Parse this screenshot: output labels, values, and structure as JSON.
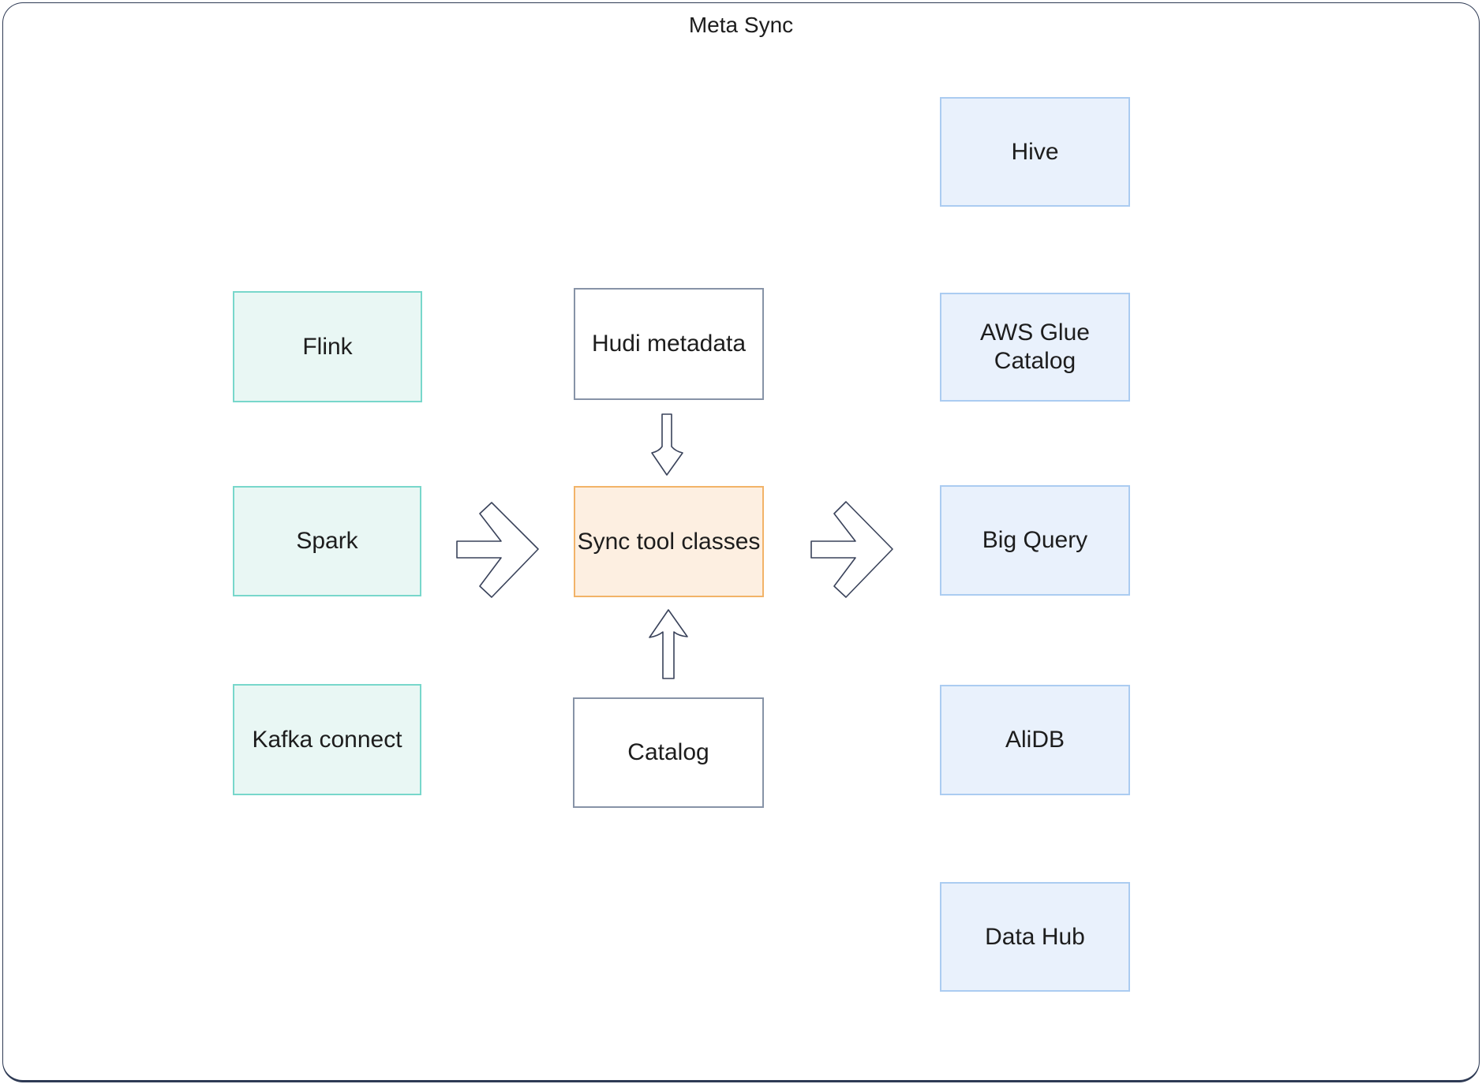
{
  "title": "Meta Sync",
  "nodes": {
    "flink": {
      "label": "Flink"
    },
    "spark": {
      "label": "Spark"
    },
    "kafka_connect": {
      "label": "Kafka connect"
    },
    "hudi_metadata": {
      "label": "Hudi metadata"
    },
    "sync_tool_classes": {
      "label": "Sync tool classes"
    },
    "catalog": {
      "label": "Catalog"
    },
    "hive": {
      "label": "Hive"
    },
    "aws_glue_catalog": {
      "label": "AWS Glue Catalog"
    },
    "big_query": {
      "label": "Big Query"
    },
    "alidb": {
      "label": "AliDB"
    },
    "data_hub": {
      "label": "Data Hub"
    }
  },
  "edges": [
    {
      "from": "spark",
      "to": "sync_tool_classes",
      "style": "chevron-right-arrow"
    },
    {
      "from": "hudi_metadata",
      "to": "sync_tool_classes",
      "style": "down-arrow"
    },
    {
      "from": "catalog",
      "to": "sync_tool_classes",
      "style": "up-arrow"
    },
    {
      "from": "sync_tool_classes",
      "to": "big_query",
      "style": "chevron-right-arrow"
    }
  ],
  "colors": {
    "source_fill": "#e9f7f4",
    "source_border": "#78d7cb",
    "target_fill": "#e9f1fc",
    "target_border": "#abccf1",
    "neutral_fill": "#ffffff",
    "neutral_border": "#8793a7",
    "accent_fill": "#fdefe1",
    "accent_border": "#f2b368",
    "arrow_stroke": "#39425a",
    "frame_border": "#2e3a54",
    "text": "#1d1d1d"
  }
}
